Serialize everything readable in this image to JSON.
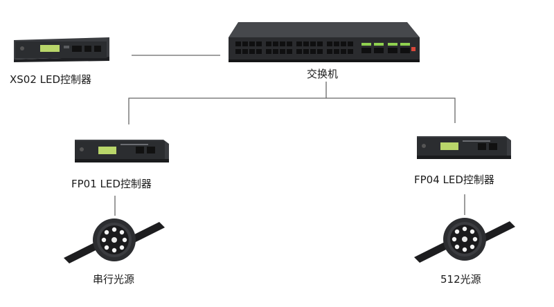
{
  "diagram": {
    "nodes": {
      "xs02": {
        "label": "XS02 LED控制器",
        "kind": "controller"
      },
      "switch": {
        "label": "交换机",
        "kind": "network-switch"
      },
      "fp01": {
        "label": "FP01 LED控制器",
        "kind": "controller"
      },
      "fp04": {
        "label": "FP04 LED控制器",
        "kind": "controller"
      },
      "light_left": {
        "label": "串行光源",
        "kind": "pixel-light"
      },
      "light_right": {
        "label": "512光源",
        "kind": "pixel-light"
      }
    },
    "edges": [
      {
        "from": "xs02",
        "to": "switch"
      },
      {
        "from": "switch",
        "to": "fp01"
      },
      {
        "from": "switch",
        "to": "fp04"
      },
      {
        "from": "fp01",
        "to": "light_left"
      },
      {
        "from": "fp04",
        "to": "light_right"
      }
    ],
    "colors": {
      "line": "#666666",
      "device_body": "#2b2d30",
      "lcd": "#b9d66a",
      "port_green": "#8fd14f"
    }
  }
}
